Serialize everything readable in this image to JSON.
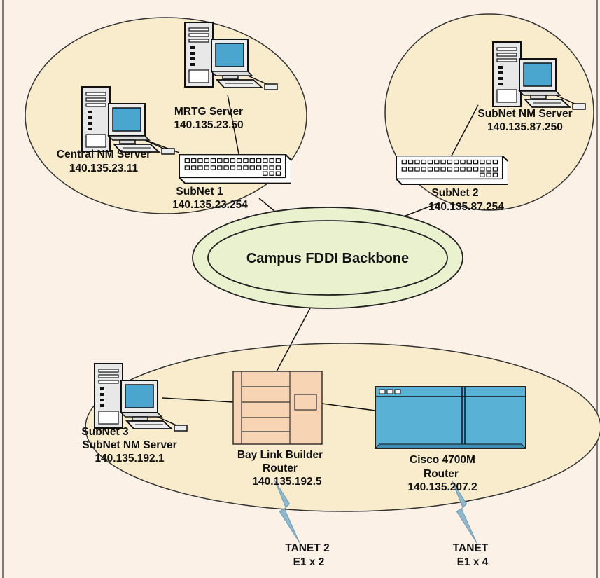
{
  "colors": {
    "background": "#fbf1e7",
    "frame": "#555555",
    "subnet_fill": "#f9eccc",
    "subnet_stroke": "#333333",
    "backbone_fill": "#e9f1cf",
    "monitor_screen": "#4aa5cf",
    "router_tan": "#f7d4b4",
    "cisco_blue": "#59b1d5",
    "wan_link": "#8fb8cf"
  },
  "icons": {
    "computer": "desktop-workstation-icon",
    "hub": "network-hub-icon",
    "bay_router": "bay-router-icon",
    "cisco_router": "cisco-router-icon",
    "wan": "lightning-link-icon"
  },
  "backbone": {
    "label": "Campus FDDI Backbone"
  },
  "nodes": {
    "central_nm": {
      "name": "Central NM Server",
      "ip": "140.135.23.11"
    },
    "mrtg": {
      "name": "MRTG Server",
      "ip": "140.135.23.50"
    },
    "subnet1": {
      "name": "SubNet 1",
      "ip": "140.135.23.254"
    },
    "subnet2_nm": {
      "name": "SubNet NM Server",
      "ip": "140.135.87.250"
    },
    "subnet2": {
      "name": "SubNet 2",
      "ip": "140.135.87.254"
    },
    "subnet3_nm": {
      "subnet": "SubNet 3",
      "name": "SubNet NM Server",
      "ip": "140.135.192.1"
    },
    "bay_router": {
      "name1": "Bay Link Builder",
      "name2": "Router",
      "ip": "140.135.192.5"
    },
    "cisco_router": {
      "name1": "Cisco 4700M",
      "name2": "Router",
      "ip": "140.135.207.2"
    }
  },
  "wan_links": {
    "tanet2": {
      "name": "TANET 2",
      "lines": "E1 x 2"
    },
    "tanet": {
      "name": "TANET",
      "lines": "E1 x 4"
    }
  }
}
